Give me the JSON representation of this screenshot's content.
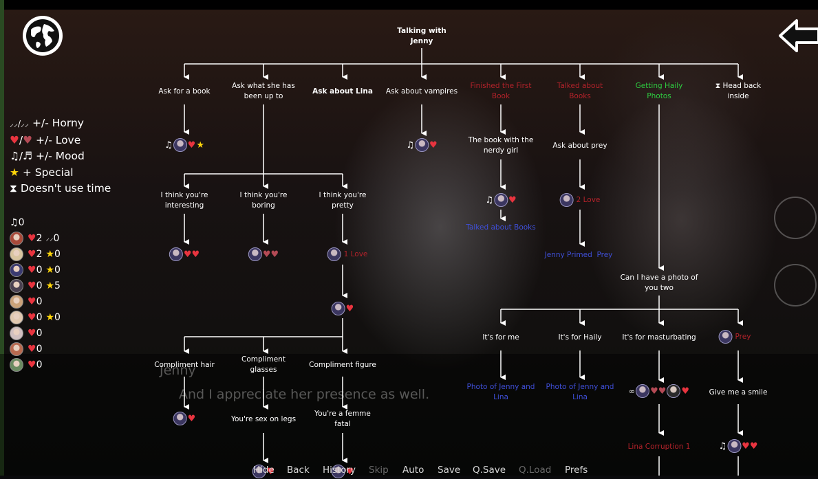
{
  "tree_title": "Talking with Jenny",
  "background": {
    "speaker_name": "Jenny",
    "dialogue": "And I appreciate her presence as well."
  },
  "legend": [
    {
      "icons": "horny-icons",
      "text": "+/- Horny"
    },
    {
      "icons": "love-icons",
      "text": "+/- Love"
    },
    {
      "icons": "mood-icons",
      "text": "+/- Mood"
    },
    {
      "icons": "star-icon",
      "text": "+ Special"
    },
    {
      "icons": "hourglass-icon",
      "text": "Doesn't use time"
    }
  ],
  "counters": {
    "mood_total": "0",
    "characters": [
      {
        "love": "2",
        "extra": "0",
        "extra_type": "horny",
        "color": "#a84a3a"
      },
      {
        "love": "2",
        "extra": "0",
        "extra_type": "star",
        "color": "#d8c4a0"
      },
      {
        "love": "0",
        "extra": "0",
        "extra_type": "star",
        "color": "#3a3a70"
      },
      {
        "love": "0",
        "extra": "5",
        "extra_type": "star",
        "color": "#4a4050"
      },
      {
        "love": "0",
        "extra": "",
        "extra_type": "none",
        "color": "#caa27a"
      },
      {
        "love": "0",
        "extra": "0",
        "extra_type": "star",
        "color": "#e0c8b0"
      },
      {
        "love": "0",
        "extra": "",
        "extra_type": "none",
        "color": "#d0c0c0"
      },
      {
        "love": "0",
        "extra": "",
        "extra_type": "none",
        "color": "#b86a50"
      },
      {
        "love": "0",
        "extra": "",
        "extra_type": "none",
        "color": "#6a8a60"
      }
    ]
  },
  "choices": {
    "ask_book": "Ask for a book",
    "ask_what": "Ask what she has been up to",
    "ask_lina": "Ask about Lina",
    "ask_vampires": "Ask about vampires",
    "finished_book": "Finished the First Book",
    "talked_books_req": "Talked about Books",
    "getting_haily": "Getting Haily Photos",
    "head_back": "Head back inside",
    "book_nerdy": "The book with the nerdy girl",
    "ask_prey": "Ask about prey",
    "love_2": "2 Love",
    "talked_books_res": "Talked about Books",
    "jenny_primed": "Jenny Primed",
    "prey_flag": "Prey",
    "interesting": "I think you're interesting",
    "boring": "I think you're boring",
    "pretty": "I think you're pretty",
    "love_1": "1 Love",
    "compliment_hair": "Compliment hair",
    "compliment_glasses": "Compliment glasses",
    "compliment_figure": "Compliment figure",
    "sex_on_legs": "You're sex on legs",
    "femme_fatal": "You're a femme fatal",
    "photo_q": "Can I have a photo of you two",
    "for_me": "It's for me",
    "for_haily": "It's for Haily",
    "for_masturbating": "It's for masturbating",
    "prey_req": "Prey",
    "photo_jenny_lina_1": "Photo of Jenny and Lina",
    "photo_jenny_lina_2": "Photo of Jenny and Lina",
    "give_smile": "Give me a smile",
    "lina_corruption": "Lina Corruption 1"
  },
  "quick_menu": {
    "hide": "Hide",
    "back": "Back",
    "history": "History",
    "skip": "Skip",
    "auto": "Auto",
    "save": "Save",
    "qsave": "Q.Save",
    "qload": "Q.Load",
    "prefs": "Prefs"
  },
  "colors": {
    "requirement_red": "#b3222a",
    "requirement_green": "#2ecc40",
    "result_blue": "#3f4fd8",
    "heart": "#e8343f",
    "star": "#ffd60a"
  }
}
